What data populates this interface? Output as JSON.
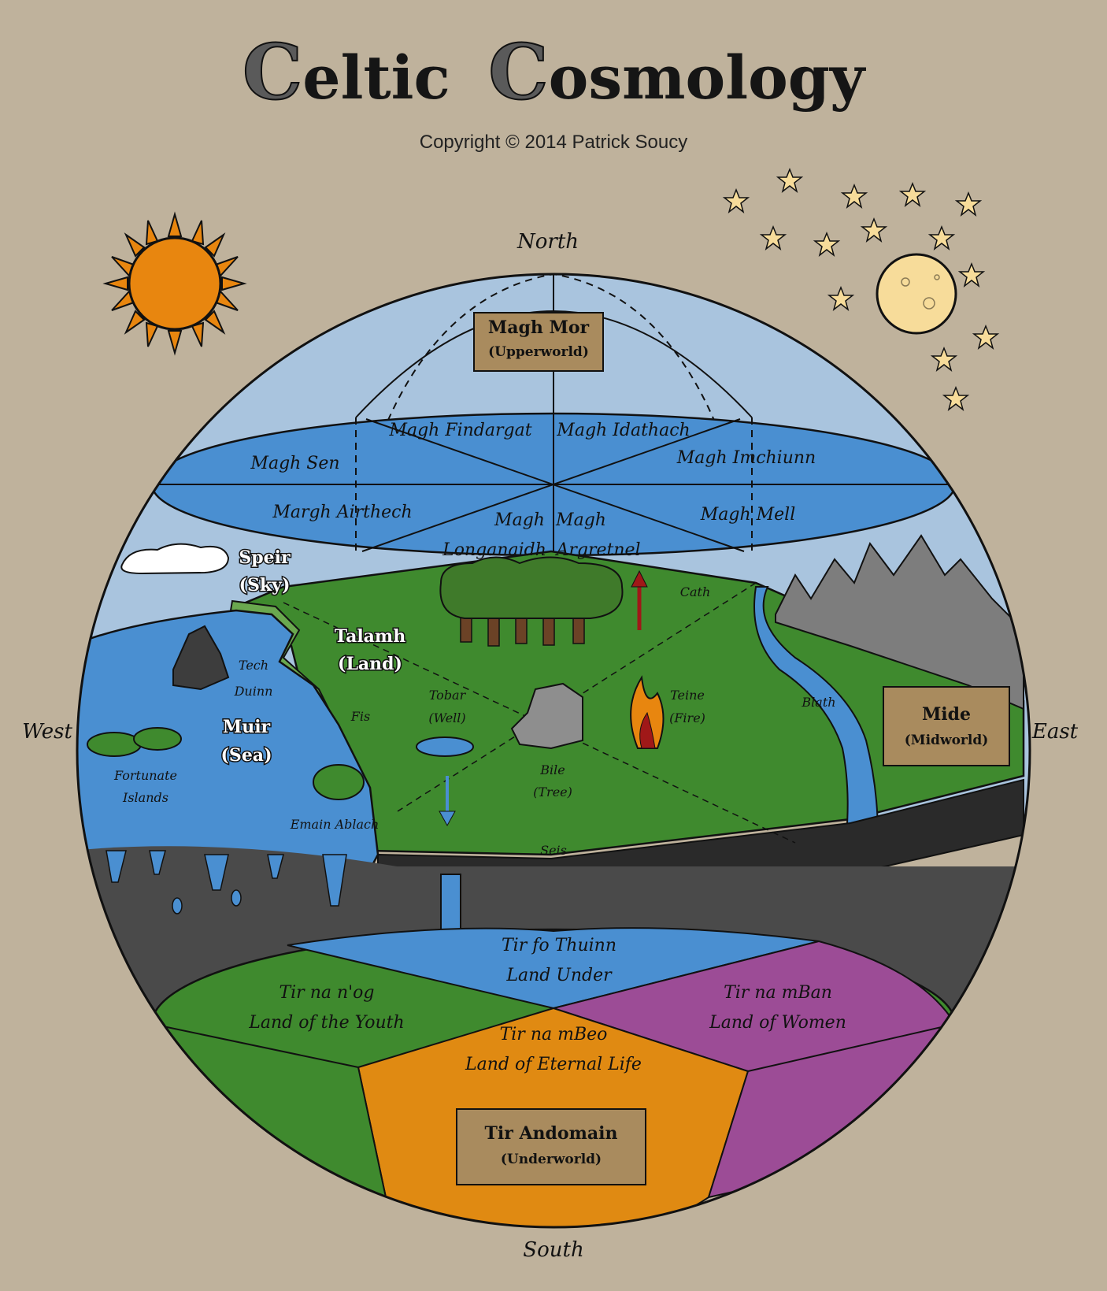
{
  "title": {
    "first_initial": "C",
    "first_rest": "eltic",
    "second_initial": "C",
    "second_rest": "osmology"
  },
  "copyright": "Copyright © 2014 Patrick Soucy",
  "compass": {
    "north": "North",
    "south": "South",
    "east": "East",
    "west": "West"
  },
  "upperworld": {
    "sign_title": "Magh Mor",
    "sign_subtitle": "(Upperworld)",
    "plains": {
      "findargat": "Magh Findargat",
      "idathach": "Magh Idathach",
      "sen": "Magh Sen",
      "imchiunn": "Magh Imchiunn",
      "airthech": "Margh Airthech",
      "mell": "Magh Mell",
      "longanaidh_1": "Magh",
      "longanaidh_2": "Longanaidh",
      "argretnel_1": "Magh",
      "argretnel_2": "Argretnel"
    }
  },
  "midworld": {
    "sky_1": "Speir",
    "sky_2": "(Sky)",
    "land_1": "Talamh",
    "land_2": "(Land)",
    "sea_1": "Muir",
    "sea_2": "(Sea)",
    "sign_title": "Mide",
    "sign_subtitle": "(Midworld)",
    "tech_duinn_1": "Tech",
    "tech_duinn_2": "Duinn",
    "fortunate_1": "Fortunate",
    "fortunate_2": "Islands",
    "emain_ablach": "Emain Ablach",
    "fis": "Fis",
    "tobar_1": "Tobar",
    "tobar_2": "(Well)",
    "bile_1": "Bile",
    "bile_2": "(Tree)",
    "teine_1": "Teine",
    "teine_2": "(Fire)",
    "cath": "Cath",
    "blath": "Blath",
    "seis": "Seis"
  },
  "underworld": {
    "fo_thuinn_1": "Tir fo Thuinn",
    "fo_thuinn_2": "Land Under",
    "na_nog_1": "Tir na n'og",
    "na_nog_2": "Land of the Youth",
    "na_mban_1": "Tir na mBan",
    "na_mban_2": "Land of Women",
    "na_mbeo_1": "Tir na mBeo",
    "na_mbeo_2": "Land of Eternal Life",
    "sign_title": "Tir Andomain",
    "sign_subtitle": "(Underworld)"
  },
  "colors": {
    "background": "#bfb29c",
    "sky": "#a9c4de",
    "plains": "#4a8fd1",
    "land": "#3f8a2e",
    "sea": "#4a8fd1",
    "rock": "#4a4a4a",
    "youth": "#3f8a2e",
    "women": "#9c4c96",
    "eternal": "#e08a12",
    "sign": "#a98b5e",
    "sun": "#e8860f",
    "moon": "#f7dc9a"
  }
}
